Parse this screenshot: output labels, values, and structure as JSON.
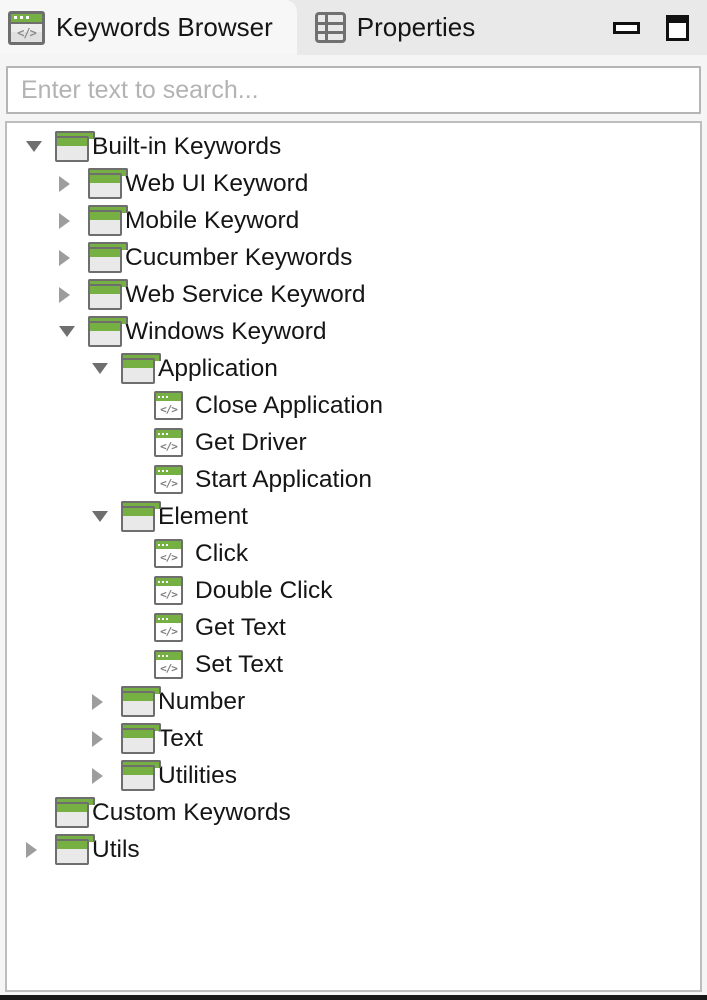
{
  "tabs": [
    {
      "label": "Keywords Browser",
      "icon": "keywords-browser-icon",
      "active": true
    },
    {
      "label": "Properties",
      "icon": "properties-table-icon",
      "active": false
    }
  ],
  "window_controls": {
    "minimize": "minimize",
    "maximize": "maximize"
  },
  "search": {
    "placeholder": "Enter text to search...",
    "value": ""
  },
  "icons": {
    "code_glyph": "</>"
  },
  "colors": {
    "accent_green": "#76b043",
    "folder_body": "#e9e9e9",
    "icon_border": "#6e6e6e",
    "tab_bar_bg": "#e9e9e9",
    "tab_active_bg": "#f7f7f7",
    "placeholder_gray": "#b3b3b3"
  },
  "tree": {
    "items": [
      {
        "label": "Built-in Keywords",
        "level": 0,
        "state": "expanded",
        "icon": "folder"
      },
      {
        "label": "Web UI Keyword",
        "level": 1,
        "state": "collapsed",
        "icon": "folder"
      },
      {
        "label": "Mobile Keyword",
        "level": 1,
        "state": "collapsed",
        "icon": "folder"
      },
      {
        "label": "Cucumber Keywords",
        "level": 1,
        "state": "collapsed",
        "icon": "folder"
      },
      {
        "label": "Web Service Keyword",
        "level": 1,
        "state": "collapsed",
        "icon": "folder"
      },
      {
        "label": "Windows Keyword",
        "level": 1,
        "state": "expanded",
        "icon": "folder"
      },
      {
        "label": "Application",
        "level": 2,
        "state": "expanded",
        "icon": "folder"
      },
      {
        "label": "Close Application",
        "level": 3,
        "state": "none",
        "icon": "keyword"
      },
      {
        "label": "Get Driver",
        "level": 3,
        "state": "none",
        "icon": "keyword"
      },
      {
        "label": "Start Application",
        "level": 3,
        "state": "none",
        "icon": "keyword"
      },
      {
        "label": "Element",
        "level": 2,
        "state": "expanded",
        "icon": "folder"
      },
      {
        "label": "Click",
        "level": 3,
        "state": "none",
        "icon": "keyword"
      },
      {
        "label": "Double Click",
        "level": 3,
        "state": "none",
        "icon": "keyword"
      },
      {
        "label": "Get Text",
        "level": 3,
        "state": "none",
        "icon": "keyword"
      },
      {
        "label": "Set Text",
        "level": 3,
        "state": "none",
        "icon": "keyword"
      },
      {
        "label": "Number",
        "level": 2,
        "state": "collapsed",
        "icon": "folder"
      },
      {
        "label": "Text",
        "level": 2,
        "state": "collapsed",
        "icon": "folder"
      },
      {
        "label": "Utilities",
        "level": 2,
        "state": "collapsed",
        "icon": "folder"
      },
      {
        "label": "Custom Keywords",
        "level": 0,
        "state": "none",
        "icon": "folder"
      },
      {
        "label": "Utils",
        "level": 0,
        "state": "collapsed",
        "icon": "folder"
      }
    ]
  }
}
